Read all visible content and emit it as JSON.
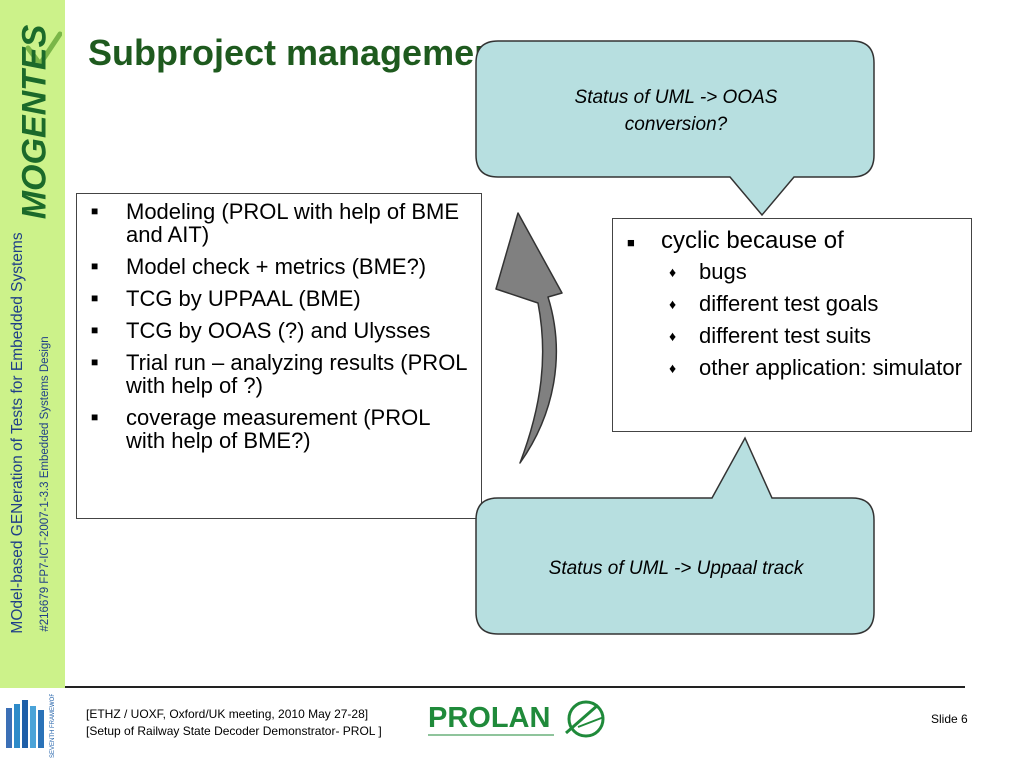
{
  "sidebar": {
    "brand": "MOGENTES",
    "vertical_line1": "MOdel-based GENeration of Tests for Embedded Systems",
    "vertical_line2": "#216679 FP7-ICT-2007-1-3.3 Embedded Systems Design",
    "colors": {
      "background": "#ccf28a",
      "brand": "#1b6a2a",
      "text": "#1f3f88"
    }
  },
  "slide": {
    "title": "Subproject management",
    "left_bullets": [
      "Modeling (PROL with help of BME and AIT)",
      "Model check + metrics (BME?)",
      "TCG by UPPAAL (BME)",
      "TCG by OOAS (?) and Ulysses",
      "Trial run – analyzing results (PROL with help of ?)",
      "coverage measurement (PROL with help of BME?)"
    ],
    "right_box": {
      "heading": "cyclic because of",
      "items": [
        "bugs",
        "different test goals",
        "different test suits",
        "other application: simulator"
      ]
    },
    "callout_top": "Status of UML -> OOAS conversion?",
    "callout_bottom": "Status of UML -> Uppaal track",
    "colors": {
      "title": "#1e5a1e",
      "callout_fill": "#b7dfe0",
      "arrow_fill": "#808080"
    }
  },
  "footer": {
    "line1": "[ETHZ / UOXF, Oxford/UK meeting, 2010 May 27-28]",
    "line2": "[Setup of Railway State Decoder Demonstrator- PROL ]",
    "logo_text": "PROLAN",
    "slide_number": "Slide 6",
    "eu_logo_text": "SEVENTH FRAMEWORK PROGRAMME"
  }
}
